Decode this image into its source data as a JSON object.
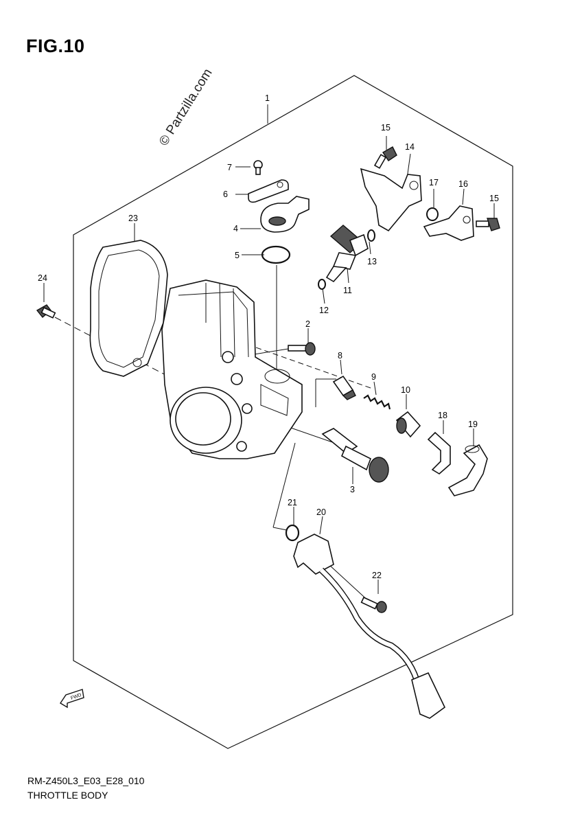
{
  "figure": {
    "title": "FIG.10",
    "watermark": "© Partzilla.com",
    "model_code": "RM-Z450L3_E03_E28_010",
    "caption": "THROTTLE BODY",
    "fwd_label": "FWD"
  },
  "callouts": [
    "1",
    "2",
    "3",
    "4",
    "5",
    "6",
    "7",
    "8",
    "9",
    "10",
    "11",
    "12",
    "13",
    "14",
    "15",
    "15",
    "16",
    "17",
    "18",
    "19",
    "20",
    "21",
    "22",
    "23",
    "24"
  ]
}
